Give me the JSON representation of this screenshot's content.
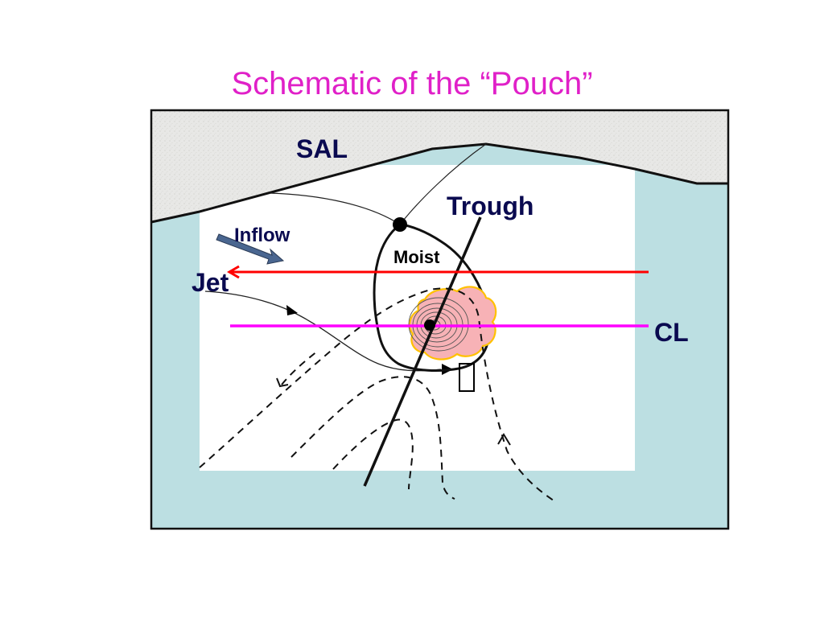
{
  "slide": {
    "title": "Schematic of the “Pouch”"
  },
  "labels": {
    "sal": "SAL",
    "trough": "Trough",
    "inflow": "Inflow",
    "moist": "Moist",
    "jet": "Jet",
    "cl": "CL",
    "glyph": "▯"
  },
  "colors": {
    "title": "#e020c8",
    "label_dark": "#0a0a50",
    "sal_region": "#e6e6e4",
    "ocean_border": "#bcdfe2",
    "jet_line": "#ff0000",
    "cl_line": "#ff00ff",
    "convection_fill": "#f7b2b6",
    "convection_edge": "#ffc100",
    "inflow_arrow": "#4a6690"
  }
}
